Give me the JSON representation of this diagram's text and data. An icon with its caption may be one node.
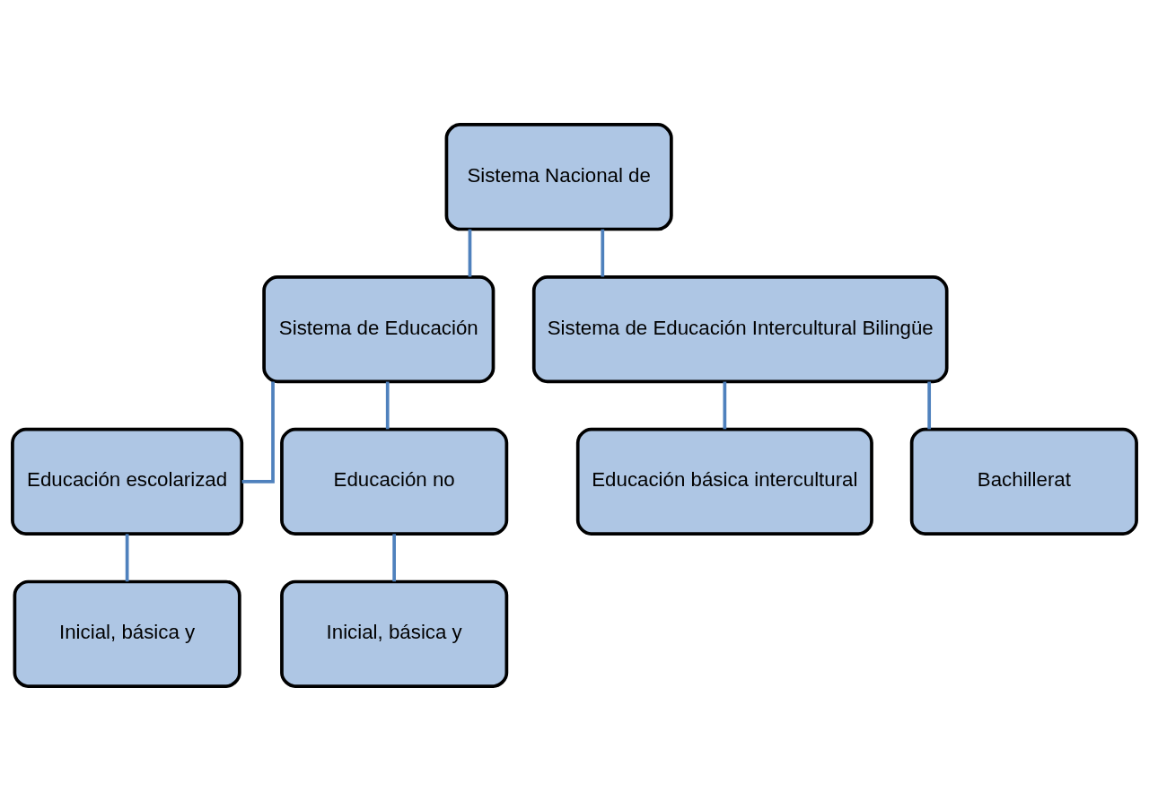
{
  "diagram": {
    "nodes": [
      {
        "text": [
          "Sistema Nacional de"
        ]
      },
      {
        "text": [
          "Sistema de Educación"
        ]
      },
      {
        "text": [
          "Sistema de Educación Intercultural Bilingüe"
        ]
      },
      {
        "text": [
          "Educación escolarizad"
        ]
      },
      {
        "text": [
          "Educación no"
        ]
      },
      {
        "text": [
          "Inicial, básica y"
        ]
      },
      {
        "text": [
          "Inicial, básica y"
        ]
      },
      {
        "text": [
          "Educación básica intercultural"
        ]
      },
      {
        "text": [
          "Bachillerat"
        ]
      }
    ],
    "edges": [
      {
        "from": 0,
        "to": 1,
        "arrow": "none"
      },
      {
        "from": 0,
        "to": 2,
        "arrow": "none"
      },
      {
        "from": 1,
        "to": 3,
        "arrow": "none"
      },
      {
        "from": 1,
        "to": 4,
        "arrow": "none"
      },
      {
        "from": 3,
        "to": 5,
        "arrow": "none"
      },
      {
        "from": 4,
        "to": 6,
        "arrow": "none"
      },
      {
        "from": 2,
        "to": 7,
        "arrow": "none"
      },
      {
        "from": 2,
        "to": 8,
        "arrow": "none"
      }
    ]
  }
}
